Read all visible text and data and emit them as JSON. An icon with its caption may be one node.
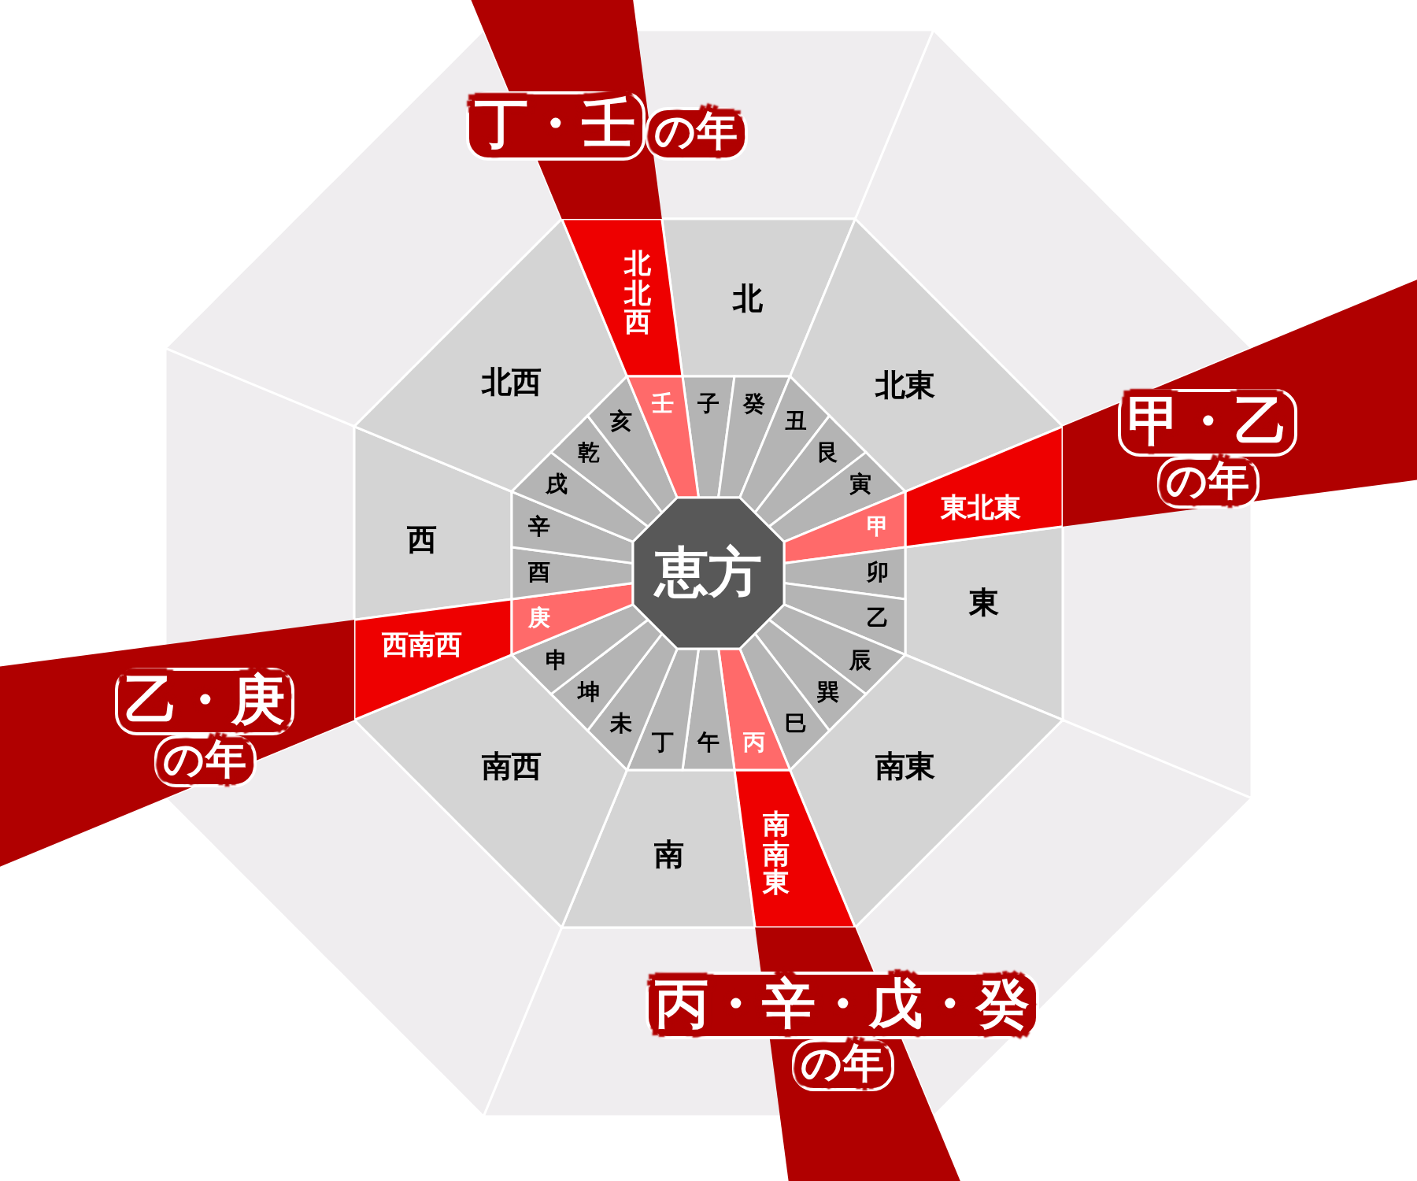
{
  "diagram": {
    "nodes": [
      {
        "text": [
          "恵方"
        ]
      },
      {
        "text": [
          "子"
        ]
      },
      {
        "text": [
          "癸"
        ]
      },
      {
        "text": [
          "丑"
        ]
      },
      {
        "text": [
          "艮"
        ]
      },
      {
        "text": [
          "寅"
        ]
      },
      {
        "text": [
          "甲"
        ]
      },
      {
        "text": [
          "卯"
        ]
      },
      {
        "text": [
          "乙"
        ]
      },
      {
        "text": [
          "辰"
        ]
      },
      {
        "text": [
          "巽"
        ]
      },
      {
        "text": [
          "巳"
        ]
      },
      {
        "text": [
          "丙"
        ]
      },
      {
        "text": [
          "午"
        ]
      },
      {
        "text": [
          "丁"
        ]
      },
      {
        "text": [
          "未"
        ]
      },
      {
        "text": [
          "坤"
        ]
      },
      {
        "text": [
          "申"
        ]
      },
      {
        "text": [
          "庚"
        ]
      },
      {
        "text": [
          "酉"
        ]
      },
      {
        "text": [
          "辛"
        ]
      },
      {
        "text": [
          "戌"
        ]
      },
      {
        "text": [
          "乾"
        ]
      },
      {
        "text": [
          "亥"
        ]
      },
      {
        "text": [
          "壬"
        ]
      },
      {
        "text": [
          "北"
        ]
      },
      {
        "text": [
          "北東"
        ]
      },
      {
        "text": [
          "東"
        ]
      },
      {
        "text": [
          "南東"
        ]
      },
      {
        "text": [
          "南"
        ]
      },
      {
        "text": [
          "南西"
        ]
      },
      {
        "text": [
          "西"
        ]
      },
      {
        "text": [
          "北西"
        ]
      },
      {
        "text": [
          "東北東"
        ]
      },
      {
        "text": [
          "南南東"
        ]
      },
      {
        "text": [
          "西南西"
        ]
      },
      {
        "text": [
          "北北西"
        ]
      },
      {
        "text": [
          "丁・壬",
          "の年"
        ]
      },
      {
        "text": [
          "甲・乙",
          "の年"
        ]
      },
      {
        "text": [
          "乙・庚",
          "の年"
        ]
      },
      {
        "text": [
          "丙・辛・戊・癸",
          "の年"
        ]
      }
    ]
  }
}
